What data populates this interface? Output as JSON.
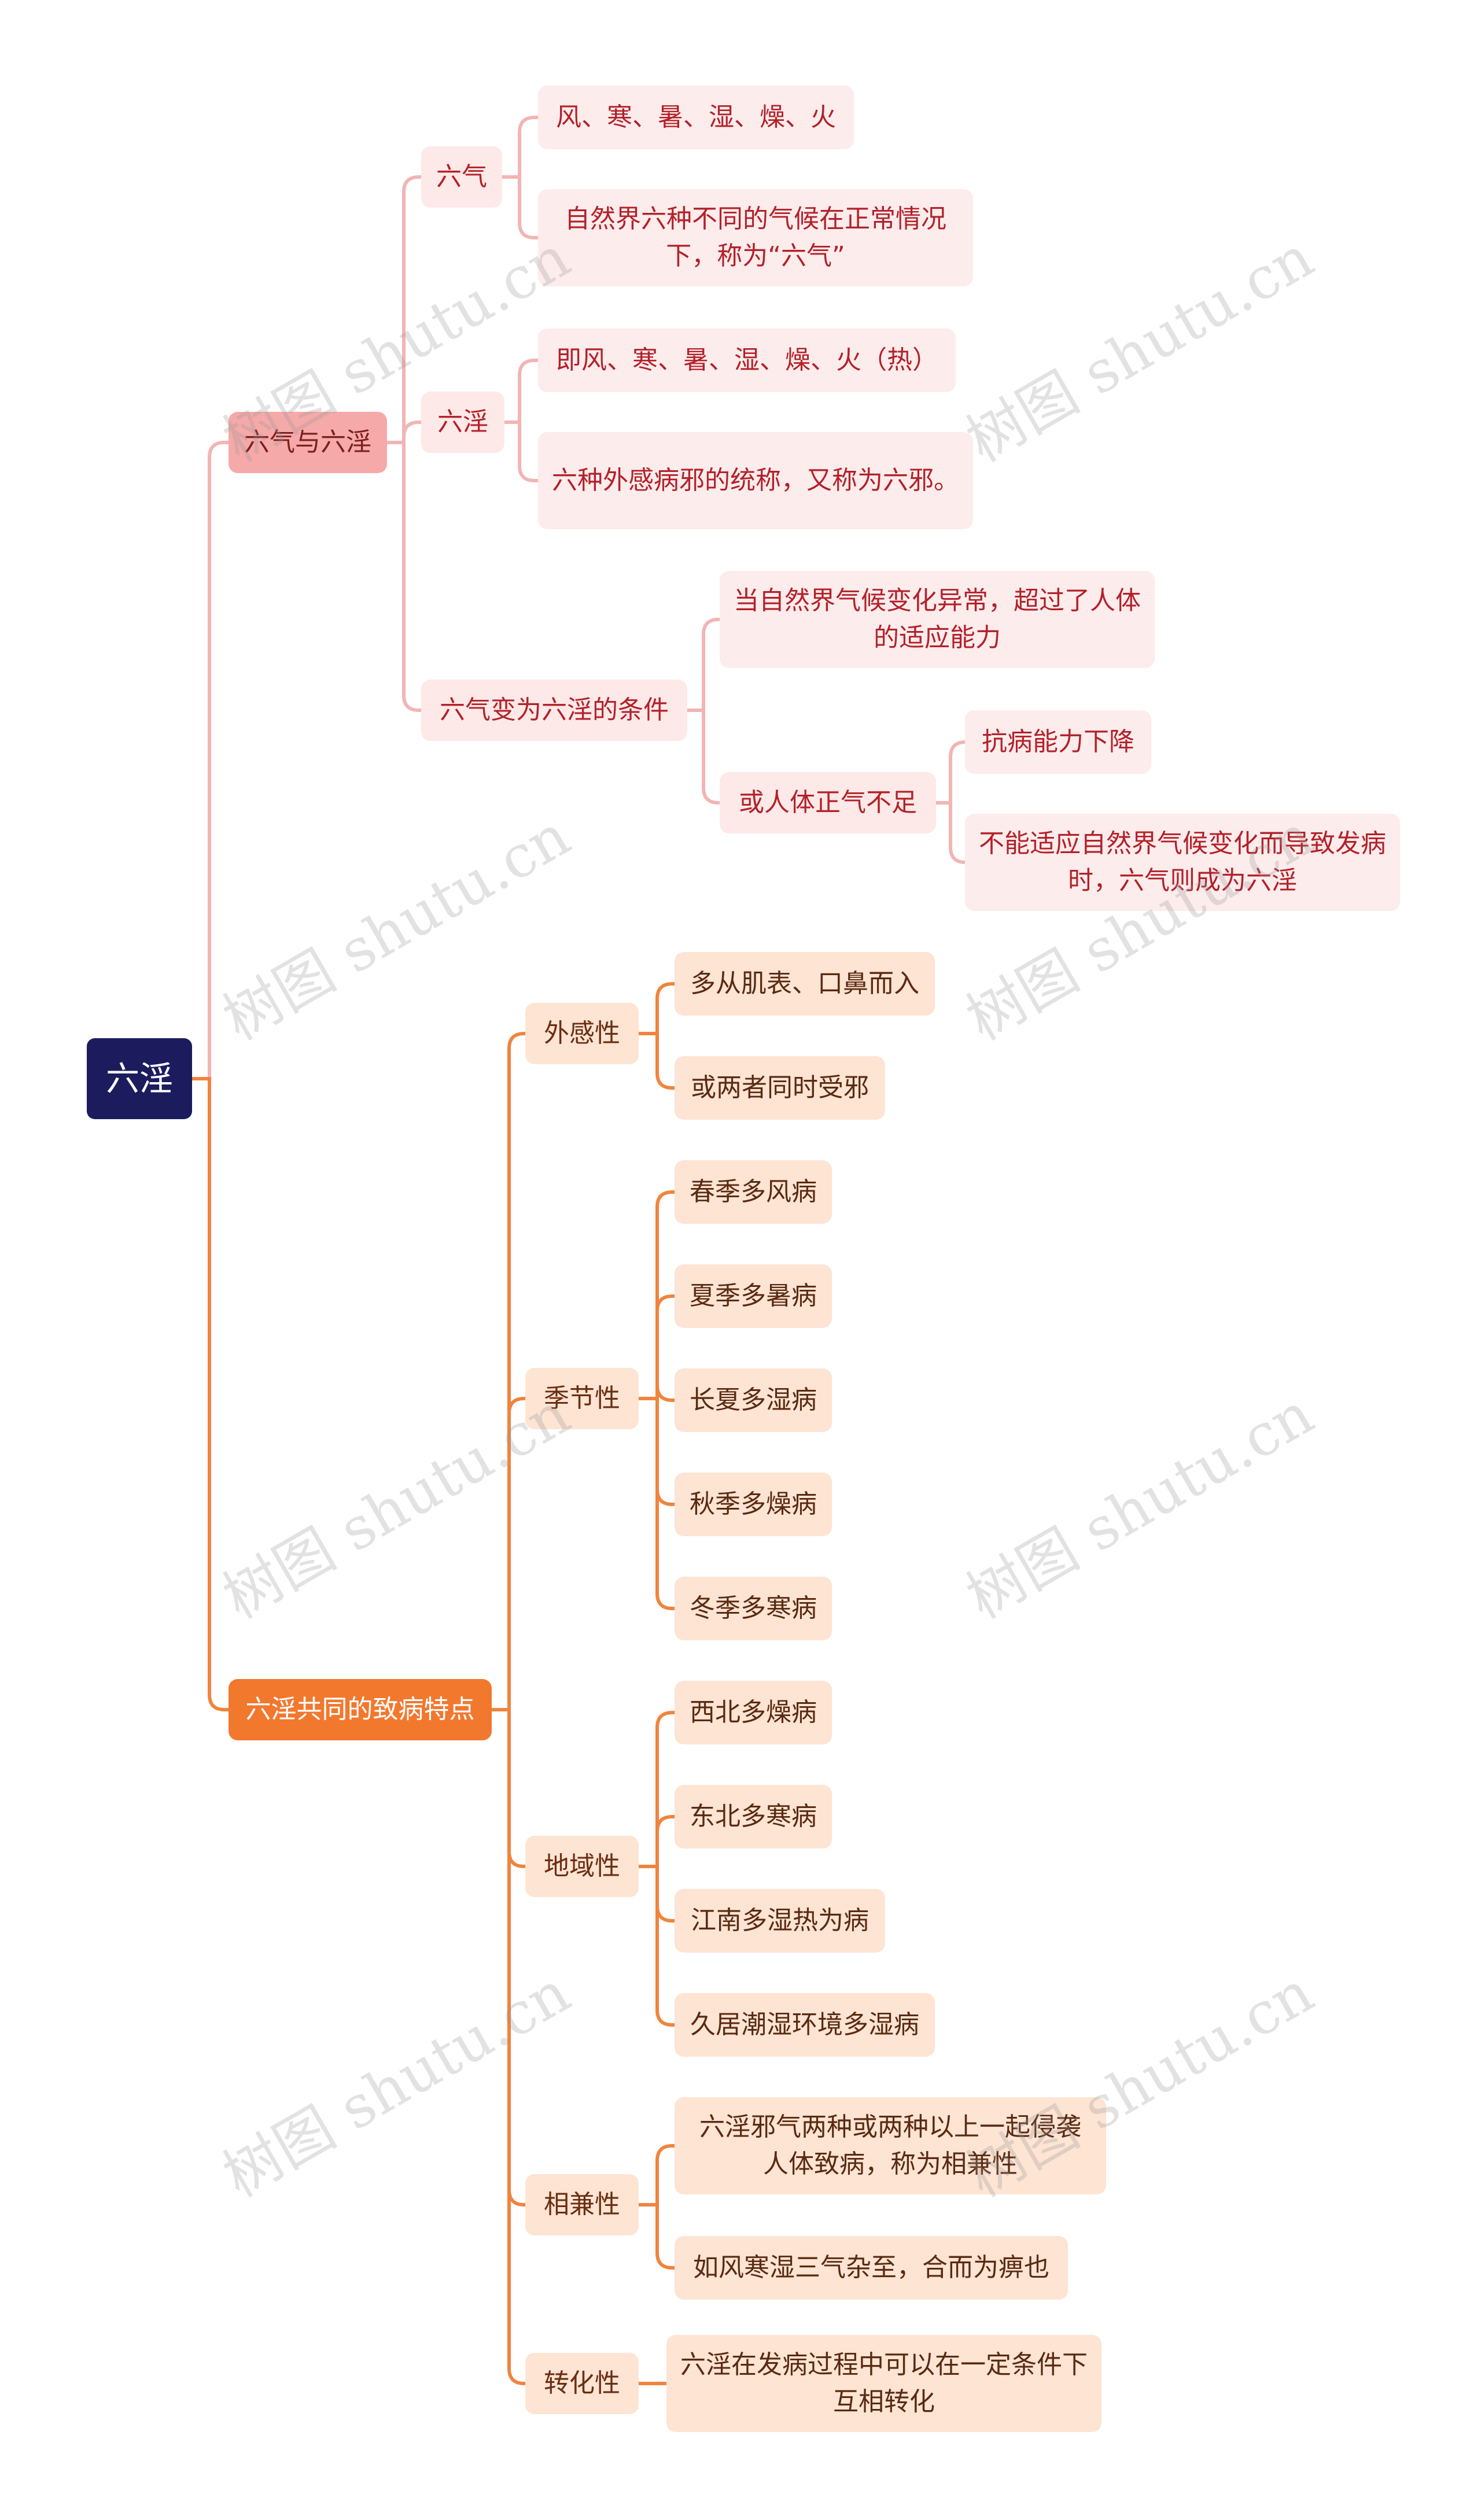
{
  "root": "六淫",
  "branch1": {
    "label": "六气与六淫",
    "liuqi": {
      "label": "六气",
      "items": [
        "风、寒、暑、湿、燥、火",
        "自然界六种不同的气候在正常情况下，称为“六气”"
      ]
    },
    "liuyin": {
      "label": "六淫",
      "items": [
        "即风、寒、暑、湿、燥、火（热）",
        "六种外感病邪的统称，又称为六邪。"
      ]
    },
    "condition": {
      "label": "六气变为六淫的条件",
      "item1": "当自然界气候变化异常，超过了人体的适应能力",
      "item2": {
        "label": "或人体正气不足",
        "items": [
          "抗病能力下降",
          "不能适应自然界气候变化而导致发病时，六气则成为六淫"
        ]
      }
    }
  },
  "branch2": {
    "label": "六淫共同的致病特点",
    "waigan": {
      "label": "外感性",
      "items": [
        "多从肌表、口鼻而入",
        "或两者同时受邪"
      ]
    },
    "jijie": {
      "label": "季节性",
      "items": [
        "春季多风病",
        "夏季多暑病",
        "长夏多湿病",
        "秋季多燥病",
        "冬季多寒病"
      ]
    },
    "diyu": {
      "label": "地域性",
      "items": [
        "西北多燥病",
        "东北多寒病",
        "江南多湿热为病",
        "久居潮湿环境多湿病"
      ]
    },
    "xiangjian": {
      "label": "相兼性",
      "items": [
        "六淫邪气两种或两种以上一起侵袭人体致病，称为相兼性",
        "如风寒湿三气杂至，合而为痹也"
      ]
    },
    "zhuanhua": {
      "label": "转化性",
      "items": [
        "六淫在发病过程中可以在一定条件下互相转化"
      ]
    }
  },
  "watermark": "树图 shutu.cn",
  "colors": {
    "root": "#1b1b5e",
    "pink_branch": "#f6a9a9",
    "orange_branch": "#f2782e",
    "pink_line": "#f3b4b4",
    "orange_line": "#f0843e"
  }
}
